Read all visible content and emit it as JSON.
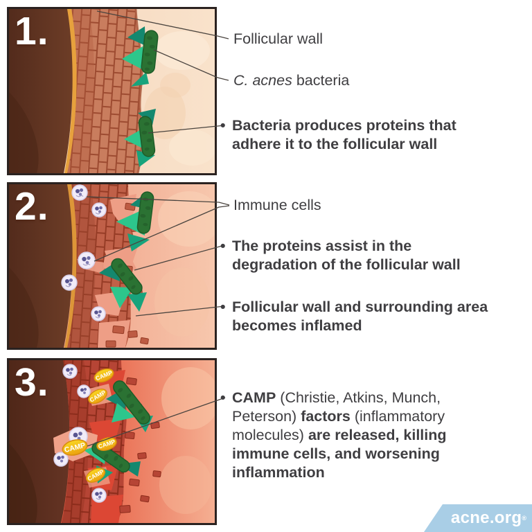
{
  "sections": [
    {
      "number": "1.",
      "labels": {
        "follicular_wall": "Follicular wall",
        "cacnes_italic": "C. acnes",
        "cacnes_rest": " bacteria"
      },
      "bullets": [
        {
          "dot": "•",
          "lines": [
            "Bacteria produces proteins that",
            "adhere it to the follicular wall"
          ]
        }
      ]
    },
    {
      "number": "2.",
      "labels": {
        "immune_cells": "Immune cells"
      },
      "bullets": [
        {
          "dot": "•",
          "lines": [
            "The proteins assist in the",
            "degradation of the follicular wall"
          ]
        },
        {
          "dot": "•",
          "lines": [
            "Follicular wall and surrounding area",
            "becomes inflamed"
          ]
        }
      ]
    },
    {
      "number": "3.",
      "bullets": [
        {
          "dot": "•",
          "rich_lines": [
            [
              {
                "text": "CAMP",
                "bold": true
              },
              {
                "text": " (Christie, Atkins, Munch,",
                "bold": false
              }
            ],
            [
              {
                "text": "Peterson) ",
                "bold": false
              },
              {
                "text": "factors",
                "bold": true
              },
              {
                "text": " (inflammatory",
                "bold": false
              }
            ],
            [
              {
                "text": "molecules) ",
                "bold": false
              },
              {
                "text": "are released, killing",
                "bold": true
              }
            ],
            [
              {
                "text": "immune cells, and worsening",
                "bold": true
              }
            ],
            [
              {
                "text": "inflammation",
                "bold": true
              }
            ]
          ]
        }
      ]
    }
  ],
  "illustration": {
    "camp_label": "CAMP"
  },
  "logo": {
    "text": "acne.org",
    "reg": "®"
  },
  "colors": {
    "logo_bg": "#a9cee6",
    "text": "#3f3e41",
    "panel_border": "#2a2220",
    "bacteria_green": "#2b7233",
    "triangle_bright": "#2dc68c",
    "triangle_dark": "#14886f",
    "triangle_mid": "#18a37c",
    "camp_yellow": "#f3bc18",
    "wall_brick_1": "#c97d5e",
    "wall_brick_2": "#c06048",
    "wall_brick_3": "#b64535"
  }
}
